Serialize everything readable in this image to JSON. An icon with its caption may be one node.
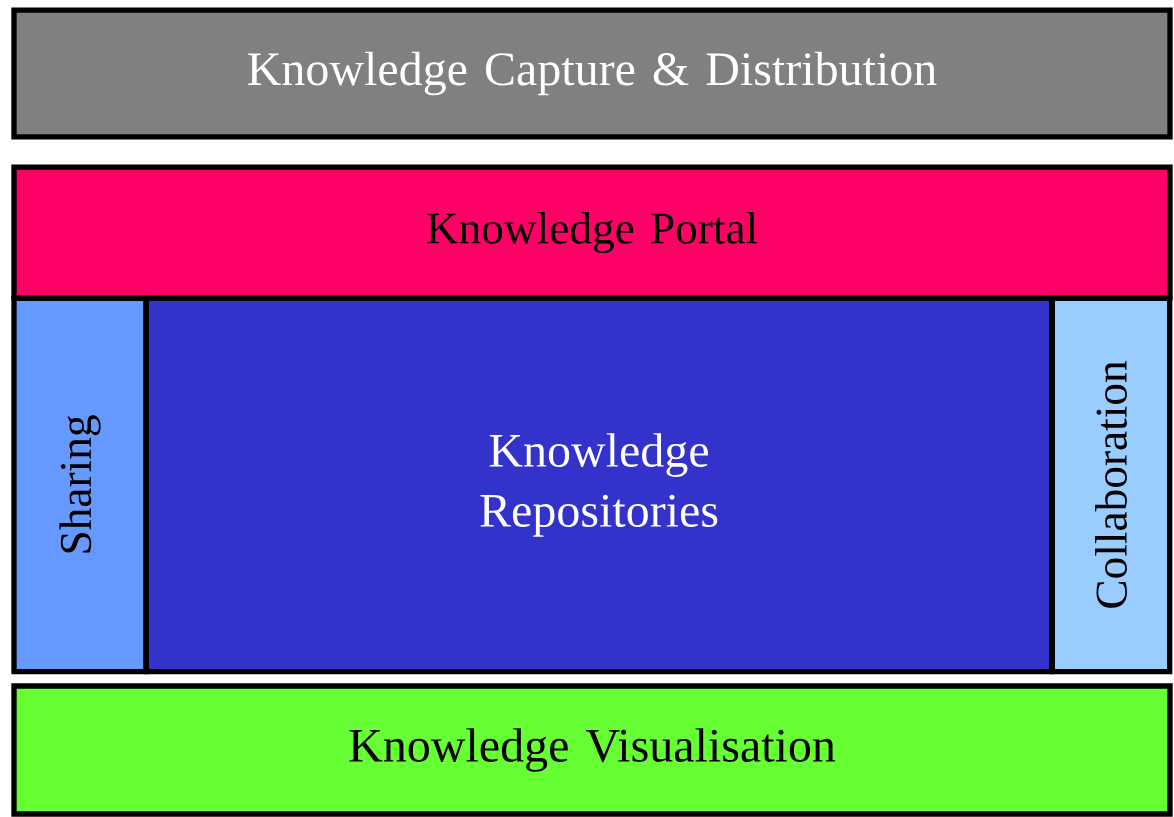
{
  "diagram": {
    "nodes": [
      {
        "text": [
          "Knowledge Capture & Distribution"
        ]
      },
      {
        "text": [
          "Knowledge Portal"
        ]
      },
      {
        "text": [
          "Sharing"
        ]
      },
      {
        "text": [
          "Knowledge Repositories"
        ]
      },
      {
        "text": [
          "Collaboration"
        ]
      },
      {
        "text": [
          "Knowledge Visualisation"
        ]
      }
    ]
  }
}
